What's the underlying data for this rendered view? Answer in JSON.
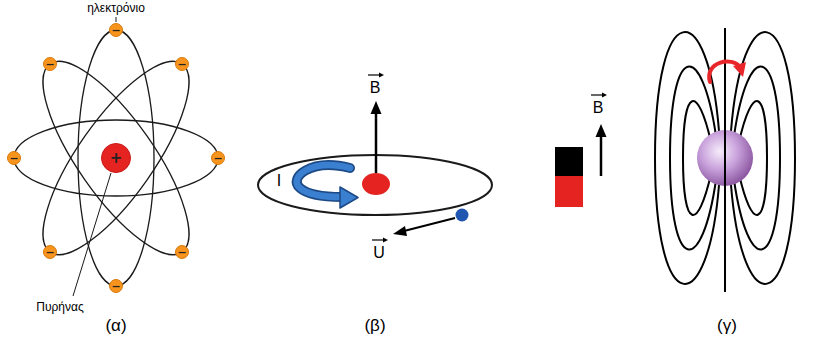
{
  "diagram": {
    "nodes": [
      {
        "text": [
          "−"
        ]
      },
      {
        "text": [
          "−"
        ]
      },
      {
        "text": [
          "−"
        ]
      },
      {
        "text": [
          "−"
        ]
      },
      {
        "text": [
          "+"
        ]
      },
      {
        "text": [
          "−"
        ]
      },
      {
        "text": [
          "−"
        ]
      },
      {
        "text": [
          "−"
        ]
      },
      {
        "text": [
          "−"
        ]
      }
    ],
    "labels": [
      "ηλεκτρόνιο",
      "B",
      "B",
      "I",
      "U",
      "Πυρήνας",
      "(α)",
      "(β)",
      "(γ)"
    ]
  }
}
